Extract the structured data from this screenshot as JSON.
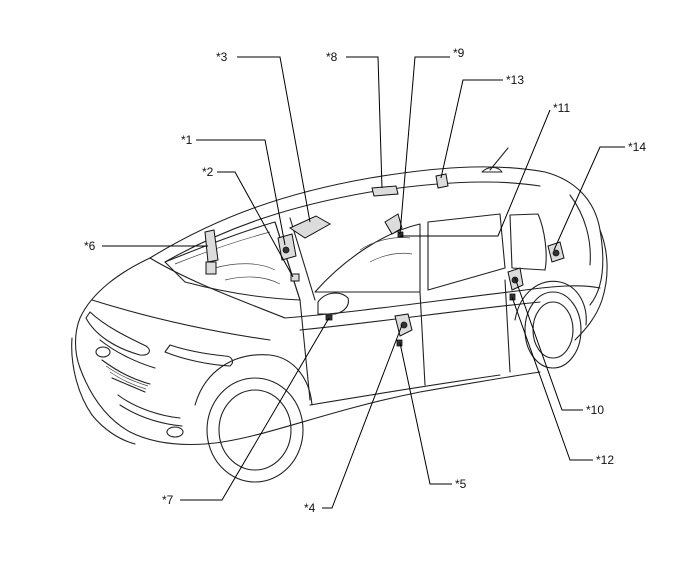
{
  "diagram": {
    "callouts": [
      {
        "id": "c1",
        "label": "*1"
      },
      {
        "id": "c2",
        "label": "*2"
      },
      {
        "id": "c3",
        "label": "*3"
      },
      {
        "id": "c4",
        "label": "*4"
      },
      {
        "id": "c5",
        "label": "*5"
      },
      {
        "id": "c6",
        "label": "*6"
      },
      {
        "id": "c7",
        "label": "*7"
      },
      {
        "id": "c8",
        "label": "*8"
      },
      {
        "id": "c9",
        "label": "*9"
      },
      {
        "id": "c10",
        "label": "*10"
      },
      {
        "id": "c11",
        "label": "*11"
      },
      {
        "id": "c12",
        "label": "*12"
      },
      {
        "id": "c13",
        "label": "*13"
      },
      {
        "id": "c14",
        "label": "*14"
      }
    ]
  }
}
